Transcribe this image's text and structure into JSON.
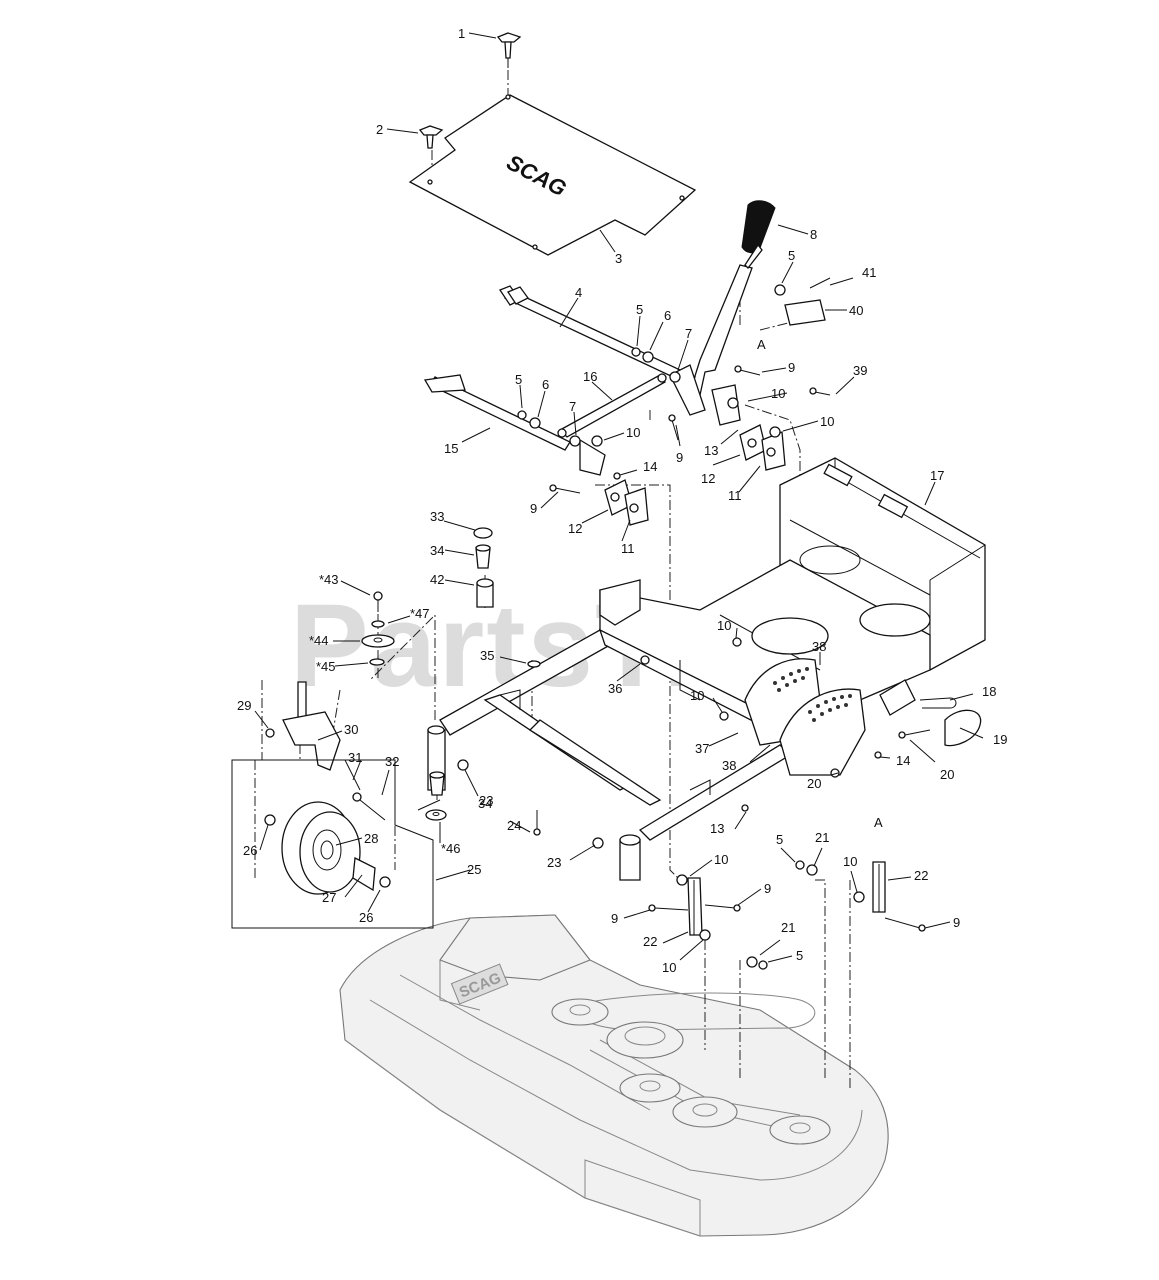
{
  "watermark": {
    "text": "PartsTree",
    "mark": "™"
  },
  "brand_logo_text": "SCAG",
  "colors": {
    "line": "#111111",
    "background": "#ffffff",
    "watermark": "#969696",
    "deck": "#f1f1f1"
  },
  "callouts": [
    {
      "id": "c1",
      "text": "1"
    },
    {
      "id": "c2",
      "text": "2"
    },
    {
      "id": "c3",
      "text": "3"
    },
    {
      "id": "c4",
      "text": "4"
    },
    {
      "id": "c5a",
      "text": "5"
    },
    {
      "id": "c5b",
      "text": "5"
    },
    {
      "id": "c5c",
      "text": "5"
    },
    {
      "id": "c5d",
      "text": "5"
    },
    {
      "id": "c5e",
      "text": "5"
    },
    {
      "id": "c6a",
      "text": "6"
    },
    {
      "id": "c6b",
      "text": "6"
    },
    {
      "id": "c7a",
      "text": "7"
    },
    {
      "id": "c7b",
      "text": "7"
    },
    {
      "id": "c8",
      "text": "8"
    },
    {
      "id": "c9a",
      "text": "9"
    },
    {
      "id": "c9b",
      "text": "9"
    },
    {
      "id": "c9c",
      "text": "9"
    },
    {
      "id": "c9d",
      "text": "9"
    },
    {
      "id": "c9e",
      "text": "9"
    },
    {
      "id": "c9f",
      "text": "9"
    },
    {
      "id": "c10a",
      "text": "10"
    },
    {
      "id": "c10b",
      "text": "10"
    },
    {
      "id": "c10c",
      "text": "10"
    },
    {
      "id": "c10d",
      "text": "10"
    },
    {
      "id": "c10e",
      "text": "10"
    },
    {
      "id": "c10f",
      "text": "10"
    },
    {
      "id": "c10g",
      "text": "10"
    },
    {
      "id": "c10h",
      "text": "10"
    },
    {
      "id": "c11a",
      "text": "11"
    },
    {
      "id": "c11b",
      "text": "11"
    },
    {
      "id": "c12a",
      "text": "12"
    },
    {
      "id": "c12b",
      "text": "12"
    },
    {
      "id": "c13a",
      "text": "13"
    },
    {
      "id": "c13b",
      "text": "13"
    },
    {
      "id": "c14a",
      "text": "14"
    },
    {
      "id": "c14b",
      "text": "14"
    },
    {
      "id": "c15",
      "text": "15"
    },
    {
      "id": "c16",
      "text": "16"
    },
    {
      "id": "c17",
      "text": "17"
    },
    {
      "id": "c18",
      "text": "18"
    },
    {
      "id": "c19",
      "text": "19"
    },
    {
      "id": "c20a",
      "text": "20"
    },
    {
      "id": "c20b",
      "text": "20"
    },
    {
      "id": "c21a",
      "text": "21"
    },
    {
      "id": "c21b",
      "text": "21"
    },
    {
      "id": "c22a",
      "text": "22"
    },
    {
      "id": "c22b",
      "text": "22"
    },
    {
      "id": "c23a",
      "text": "23"
    },
    {
      "id": "c23b",
      "text": "23"
    },
    {
      "id": "c24",
      "text": "24"
    },
    {
      "id": "c25",
      "text": "25"
    },
    {
      "id": "c26a",
      "text": "26"
    },
    {
      "id": "c26b",
      "text": "26"
    },
    {
      "id": "c27",
      "text": "27"
    },
    {
      "id": "c28",
      "text": "28"
    },
    {
      "id": "c29",
      "text": "29"
    },
    {
      "id": "c30",
      "text": "30"
    },
    {
      "id": "c31",
      "text": "31"
    },
    {
      "id": "c32",
      "text": "32"
    },
    {
      "id": "c33",
      "text": "33"
    },
    {
      "id": "c34a",
      "text": "34"
    },
    {
      "id": "c34b",
      "text": "34"
    },
    {
      "id": "c35",
      "text": "35"
    },
    {
      "id": "c36",
      "text": "36"
    },
    {
      "id": "c37",
      "text": "37"
    },
    {
      "id": "c38a",
      "text": "38"
    },
    {
      "id": "c38b",
      "text": "38"
    },
    {
      "id": "c39",
      "text": "39"
    },
    {
      "id": "c40",
      "text": "40"
    },
    {
      "id": "c41",
      "text": "41"
    },
    {
      "id": "c42",
      "text": "42"
    },
    {
      "id": "c43",
      "text": "*43"
    },
    {
      "id": "c44",
      "text": "*44"
    },
    {
      "id": "c45",
      "text": "*45"
    },
    {
      "id": "c46",
      "text": "*46"
    },
    {
      "id": "c47",
      "text": "*47"
    },
    {
      "id": "cAa",
      "text": "A"
    },
    {
      "id": "cAb",
      "text": "A"
    }
  ]
}
